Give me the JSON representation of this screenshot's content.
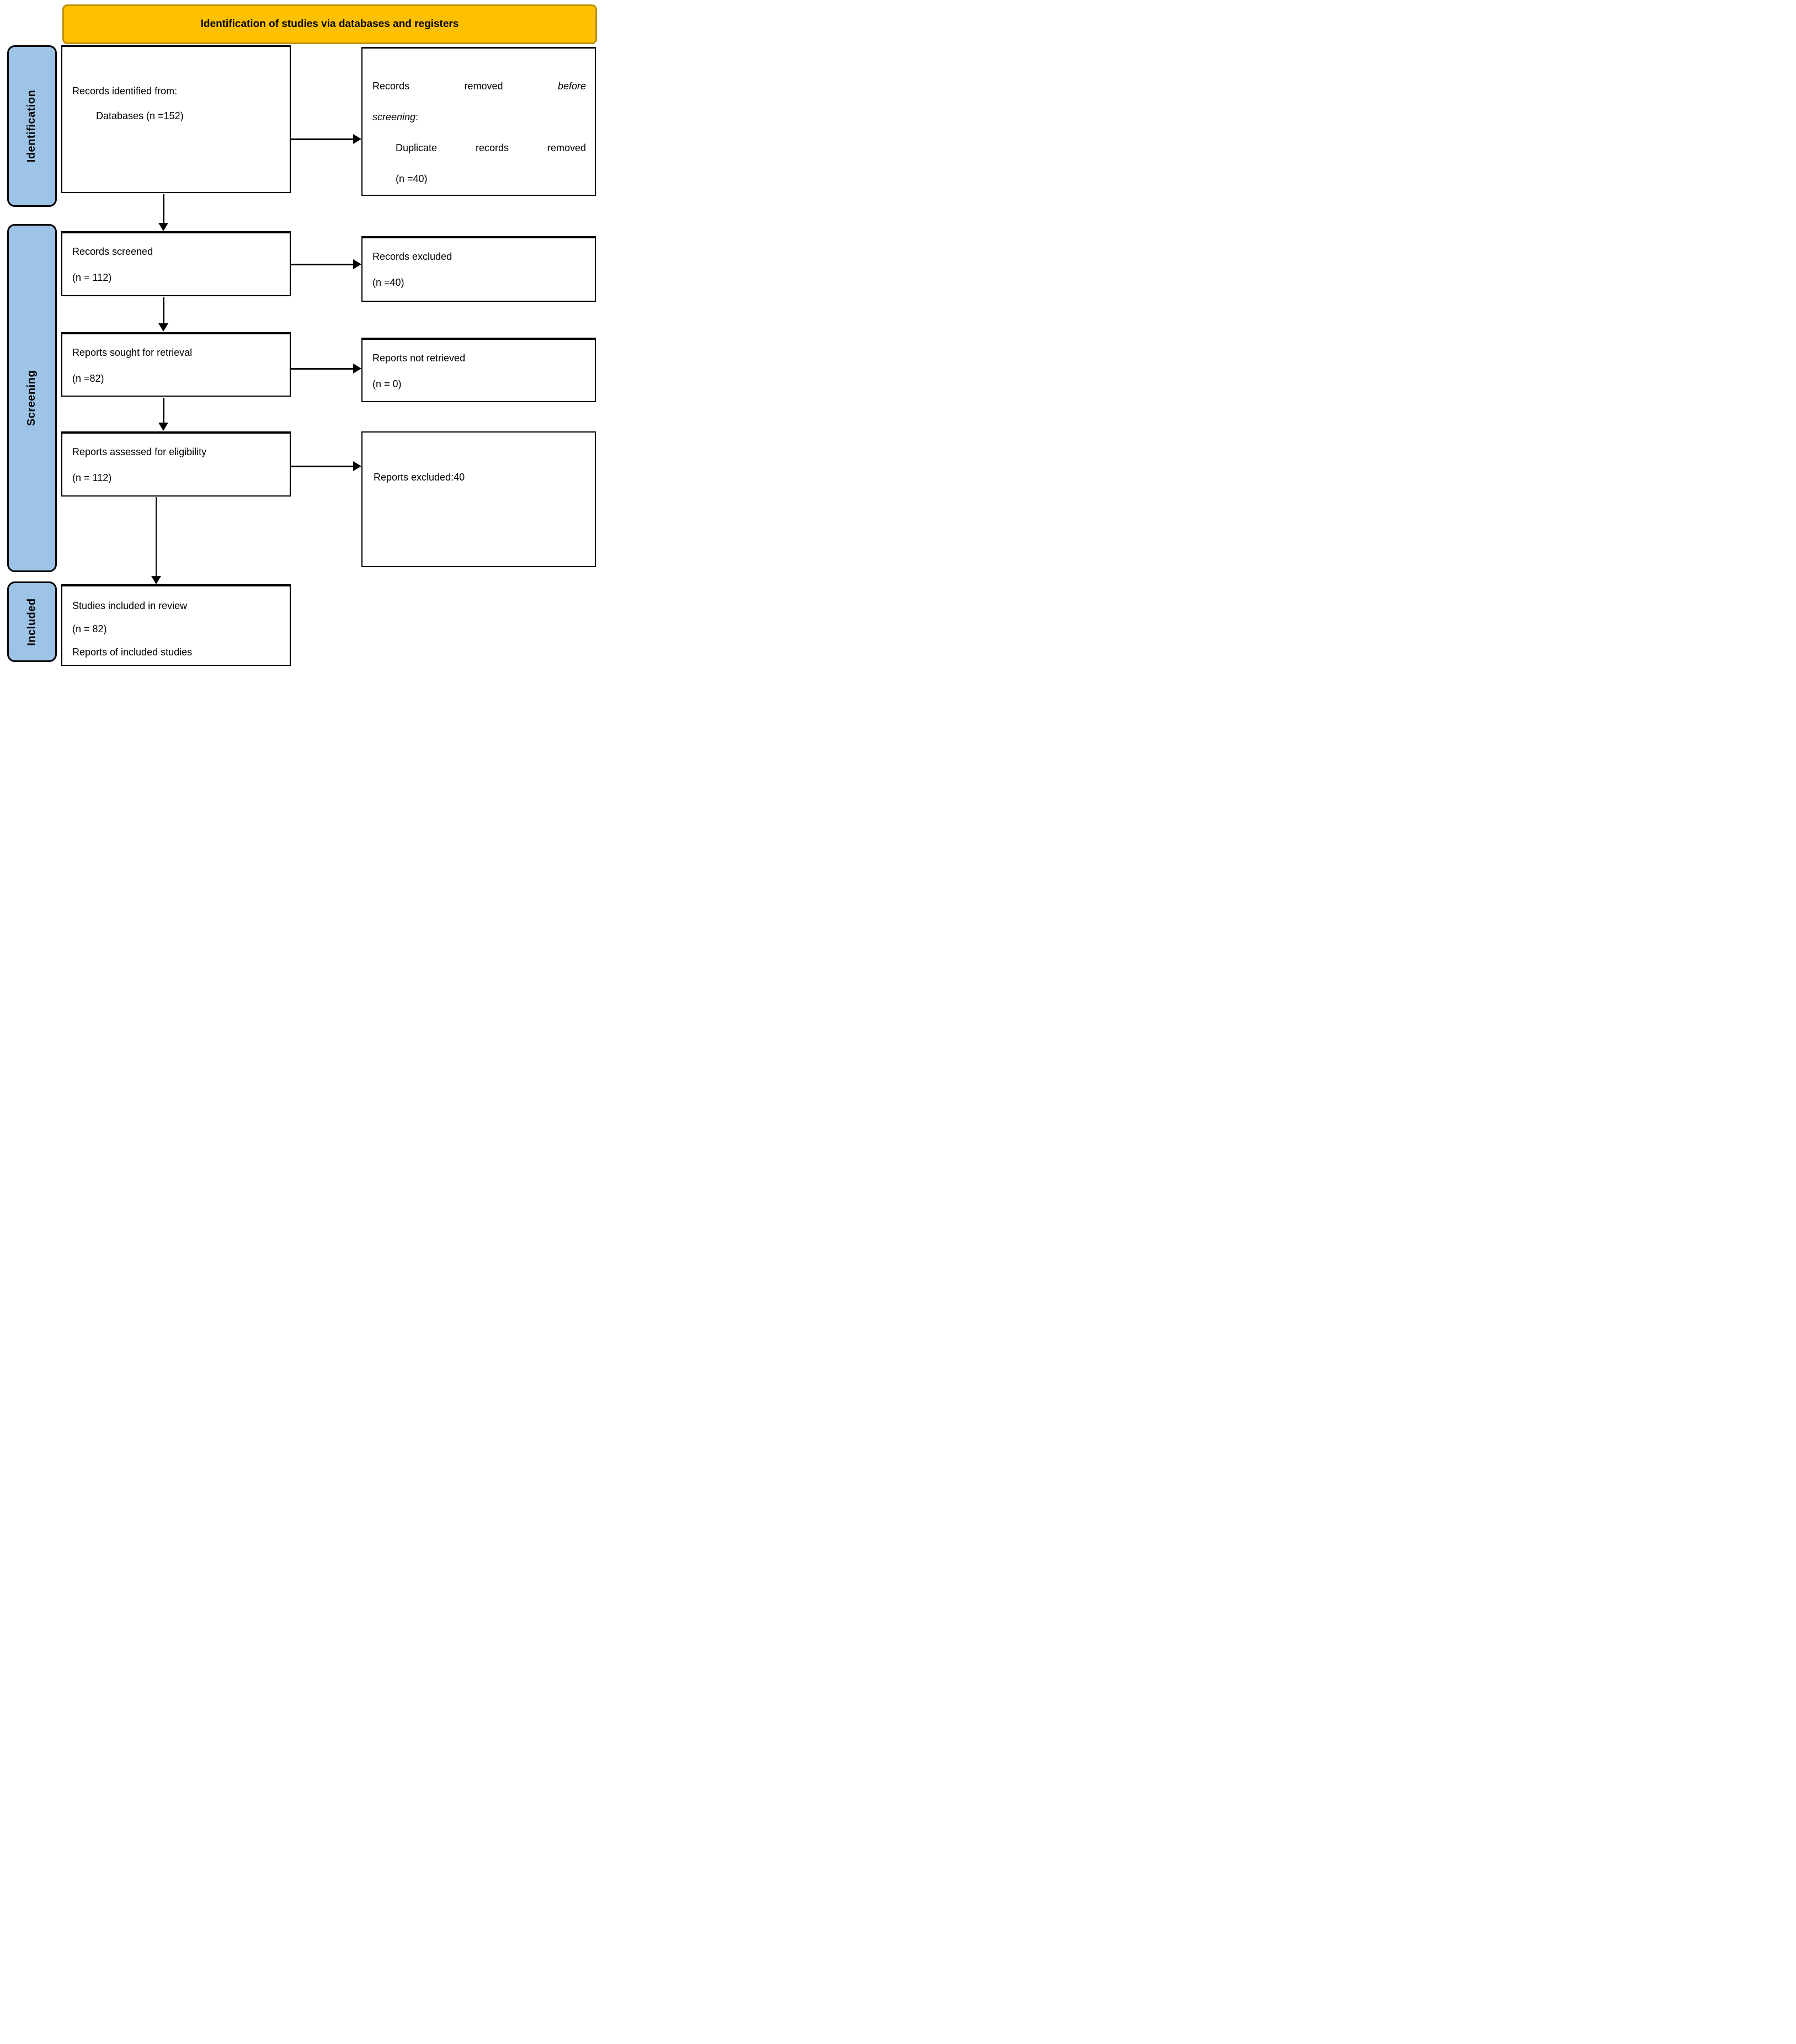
{
  "diagram": {
    "banner": {
      "title": "Identification of studies via databases and registers"
    },
    "side_labels": {
      "identification": "Identification",
      "screening": "Screening",
      "included": "Included"
    },
    "boxes": {
      "records_identified": {
        "line1": "Records identified from:",
        "line2": "Databases (n =152)"
      },
      "records_removed": {
        "line1_word1": "Records",
        "line1_word2": "removed",
        "line1_word3_italic": "before",
        "line2_italic": "screening",
        "line2_suffix": ":",
        "line3_word1": "Duplicate",
        "line3_word2": "records",
        "line3_word3": "removed",
        "line4": "(n =40)"
      },
      "records_screened": {
        "line1": "Records screened",
        "line2": "(n = 112)"
      },
      "records_excluded": {
        "line1": "Records excluded",
        "line2": "(n =40)"
      },
      "reports_sought": {
        "line1": "Reports sought for retrieval",
        "line2": "(n =82)"
      },
      "reports_not_retrieved": {
        "line1": "Reports not retrieved",
        "line2": "(n = 0)"
      },
      "reports_assessed": {
        "line1": "Reports assessed for eligibility",
        "line2": "(n = 112)"
      },
      "reports_excluded": {
        "line1": "Reports excluded:40"
      },
      "studies_included": {
        "line1": "Studies included in review",
        "line2": "(n = 82)",
        "line3": "Reports of included studies"
      }
    },
    "colors": {
      "banner_fill": "#FFC000",
      "banner_border": "#BF9000",
      "label_fill": "#9DC3E6",
      "outline": "#000000",
      "text": "#000000"
    }
  }
}
